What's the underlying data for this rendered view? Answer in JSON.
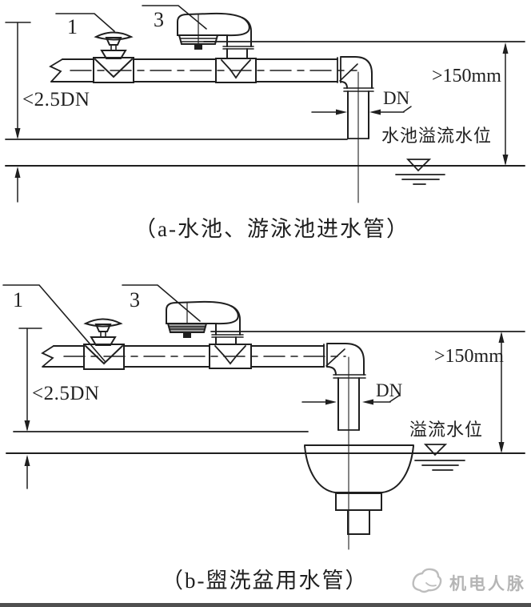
{
  "figure": {
    "background": "#ffffff",
    "line_color": "#1f1f1f",
    "watermark_color": "#b5b5b5",
    "bottom_bar_color": "#4f4f4f",
    "diagram_a": {
      "caption": "（a-水池、游泳池进水管）",
      "labels": {
        "valve_number": "1",
        "vacuum_breaker_number": "3",
        "air_gap": "<2.5DN",
        "pipe_diameter": "DN",
        "min_height": ">150mm",
        "water_level": "水池溢流水位"
      }
    },
    "diagram_b": {
      "caption": "（b-盥洗盆用水管）",
      "labels": {
        "valve_number": "1",
        "vacuum_breaker_number": "3",
        "air_gap": "<2.5DN",
        "pipe_diameter": "DN",
        "min_height": ">150mm",
        "water_level": "溢流水位"
      }
    },
    "watermark": {
      "text": "机电人脉"
    }
  }
}
